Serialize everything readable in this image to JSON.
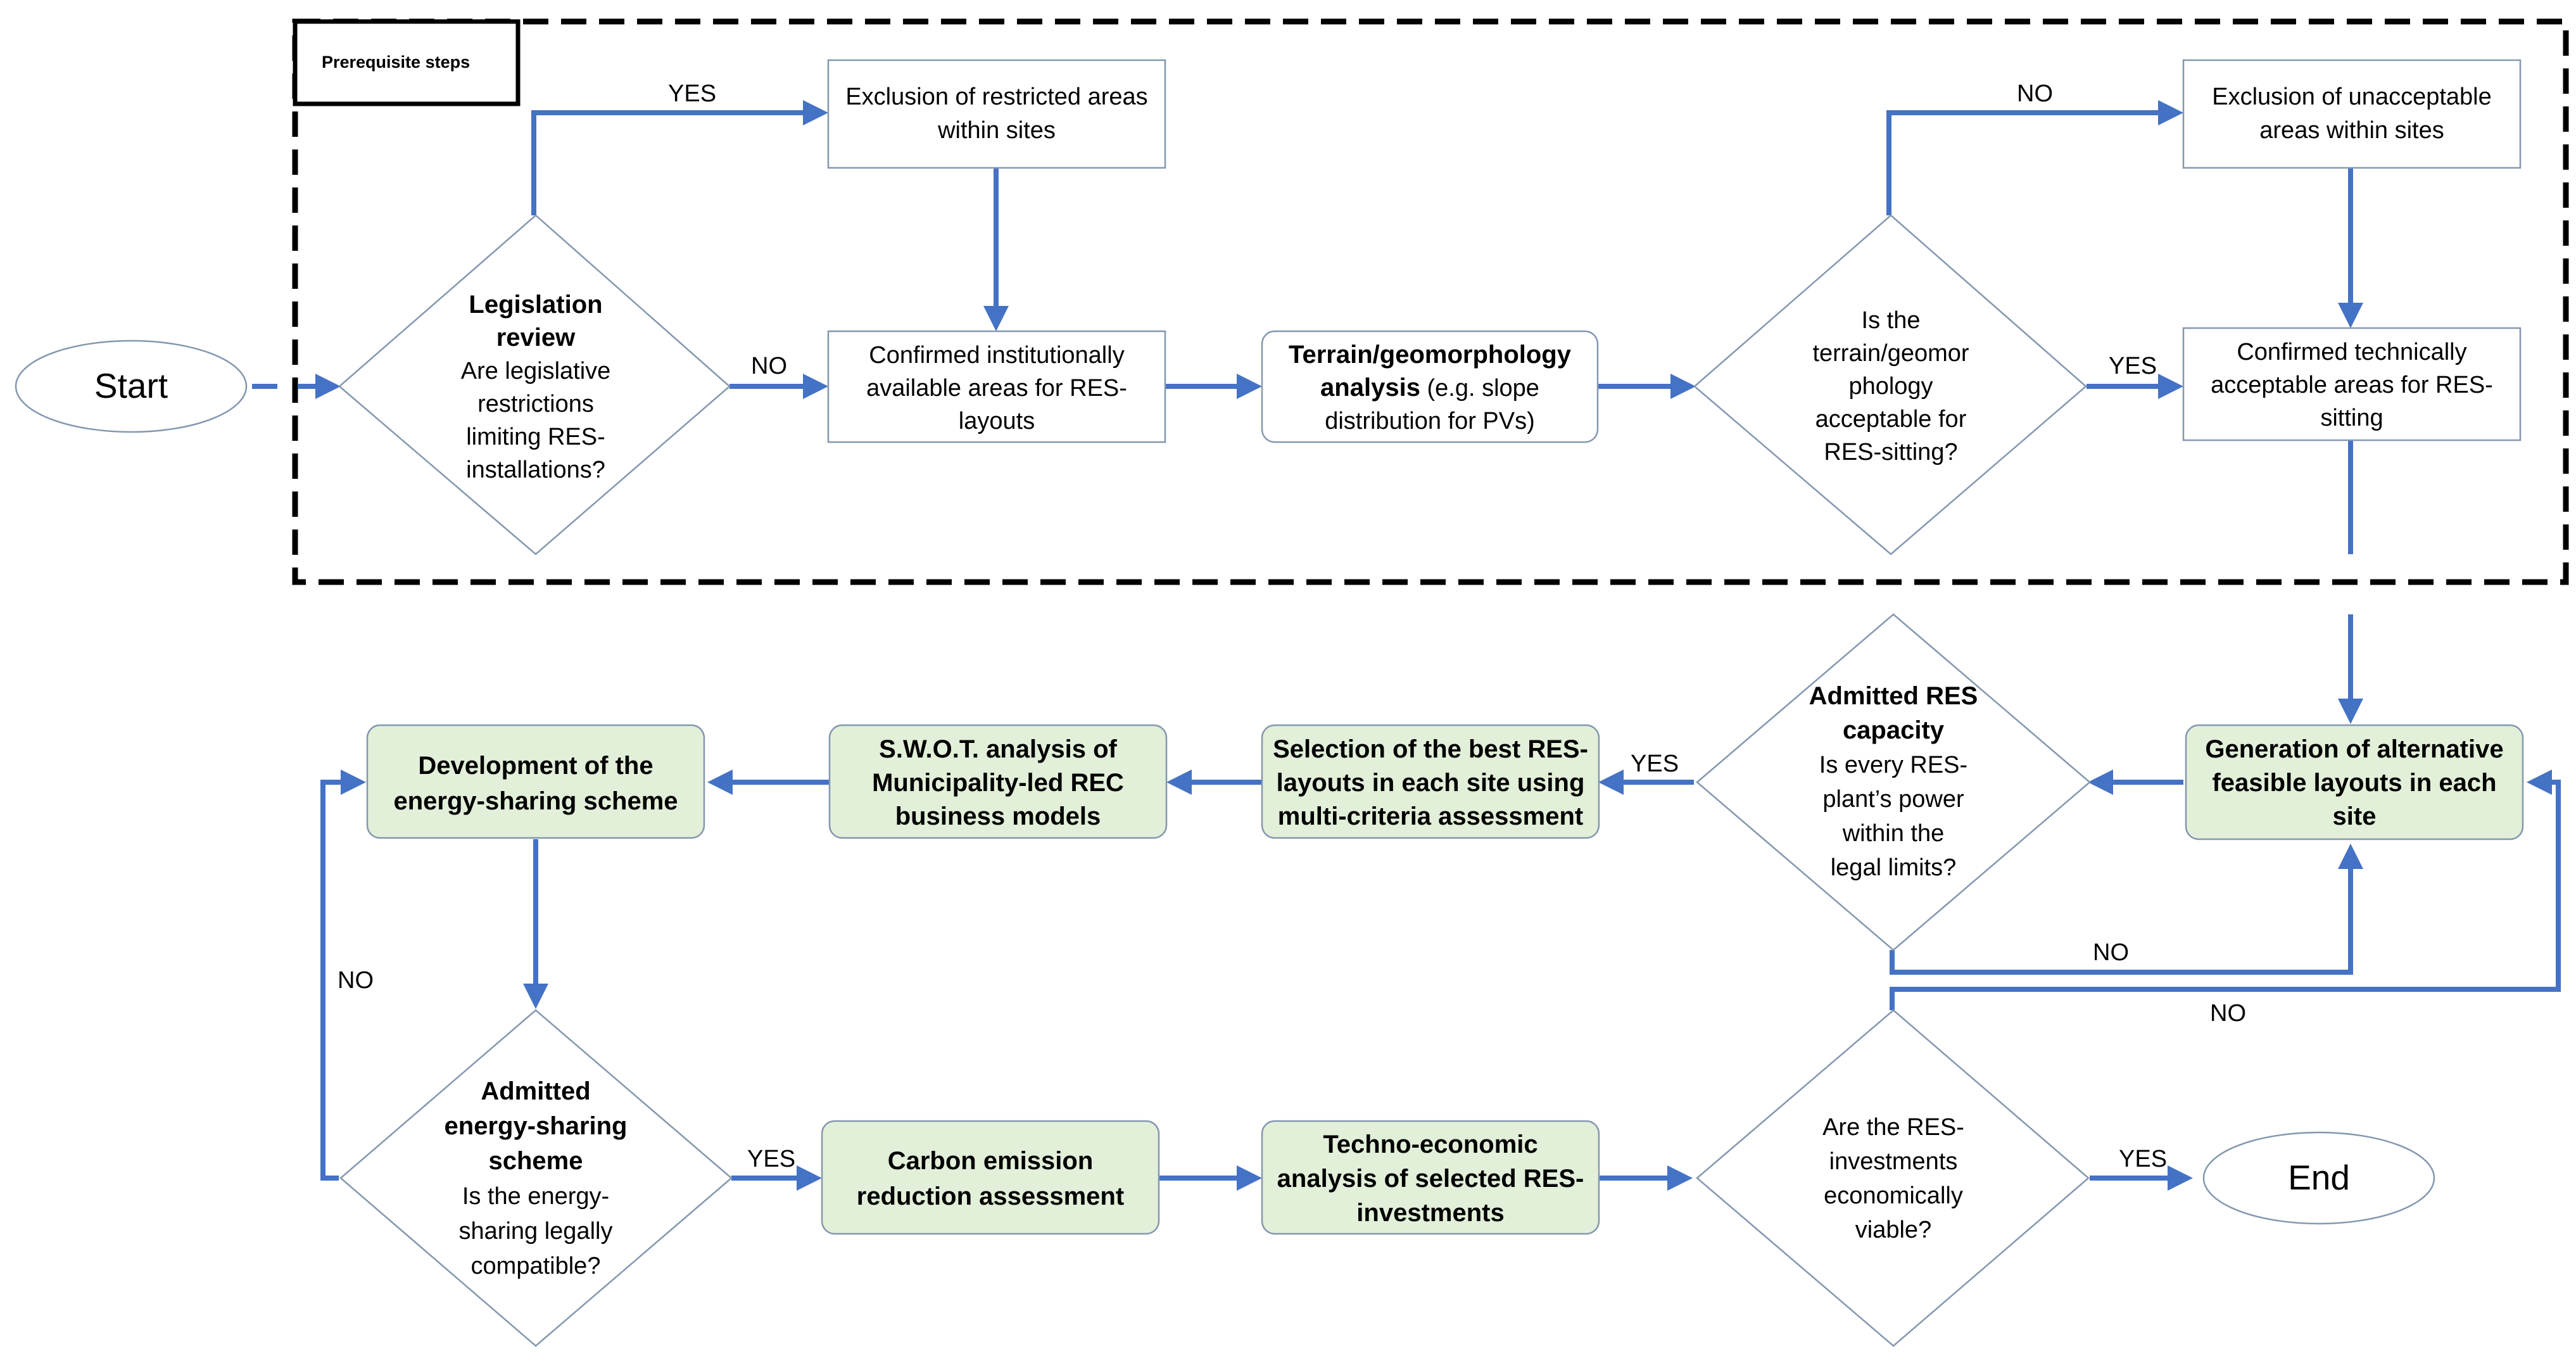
{
  "colors": {
    "arrow": "#4472c4",
    "shape_border": "#8497b0",
    "highlight_fill": "#e2efd9",
    "frame": "#000000"
  },
  "frame": {
    "label": "Prerequisite steps"
  },
  "nodes": {
    "start": {
      "lines": [
        "Start"
      ]
    },
    "end": {
      "lines": [
        "End"
      ]
    },
    "legislation_review": {
      "bold_lines": [
        "Legislation",
        "review"
      ],
      "lines": [
        "Are legislative",
        "restrictions",
        "limiting RES-",
        "installations?"
      ]
    },
    "exclusion_restricted": {
      "lines": [
        "Exclusion of restricted areas",
        "within sites"
      ]
    },
    "confirmed_institutional": {
      "lines": [
        "Confirmed institutionally",
        "available areas for RES-",
        "layouts"
      ]
    },
    "terrain_analysis": {
      "bold_line": "Terrain/geomorphology",
      "mixed_bold": "analysis",
      "mixed_rest": " (e.g. slope",
      "lines": [
        "distribution for PVs)"
      ]
    },
    "terrain_acceptable": {
      "lines": [
        "Is the",
        "terrain/geomor",
        "phology",
        "acceptable for",
        "RES-sitting?"
      ]
    },
    "exclusion_unacceptable": {
      "lines": [
        "Exclusion of unacceptable",
        "areas within sites"
      ]
    },
    "confirmed_technical": {
      "lines": [
        "Confirmed technically",
        "acceptable areas for RES-",
        "sitting"
      ]
    },
    "generation_layouts": {
      "bold_lines": [
        "Generation of alternative",
        "feasible layouts in each",
        "site"
      ]
    },
    "admitted_capacity": {
      "bold_lines": [
        "Admitted RES",
        "capacity"
      ],
      "lines": [
        "Is every RES-",
        "plant’s power",
        "within the",
        "legal limits?"
      ]
    },
    "selection_best": {
      "bold_lines": [
        "Selection of the best RES-",
        "layouts in each site using",
        "multi-criteria assessment"
      ]
    },
    "swot": {
      "bold_lines": [
        "S.W.O.T. analysis of",
        "Municipality-led REC",
        "business models"
      ]
    },
    "development_scheme": {
      "bold_lines": [
        "Development of the",
        "energy-sharing scheme"
      ]
    },
    "admitted_scheme": {
      "bold_lines": [
        "Admitted",
        "energy-sharing",
        "scheme"
      ],
      "lines": [
        "Is the energy-",
        "sharing legally",
        "compatible?"
      ]
    },
    "carbon": {
      "bold_lines": [
        "Carbon emission",
        "reduction assessment"
      ]
    },
    "techno_economic": {
      "bold_lines": [
        "Techno-economic",
        "analysis of selected RES-",
        "investments"
      ]
    },
    "economically_viable": {
      "lines": [
        "Are the RES-",
        "investments",
        "economically",
        "viable?"
      ]
    }
  },
  "edge_labels": {
    "yes_legislation": "YES",
    "no_legislation": "NO",
    "no_terrain": "NO",
    "yes_terrain": "YES",
    "yes_capacity": "YES",
    "no_capacity": "NO",
    "no_scheme": "NO",
    "yes_scheme": "YES",
    "no_viable": "NO",
    "yes_viable": "YES"
  }
}
